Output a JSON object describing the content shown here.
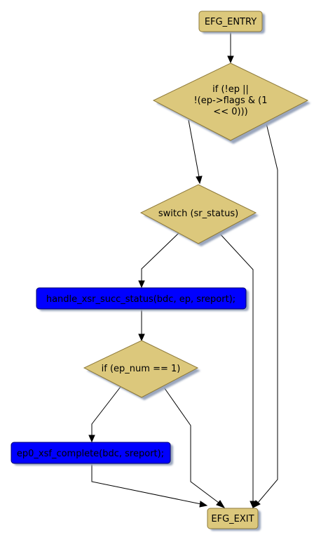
{
  "colors": {
    "decision_fill": "#dcc87c",
    "process_fill": "#0000ff",
    "terminal_fill": "#dcc87c",
    "shadow": "#9aa6bd",
    "edge": "#000000"
  },
  "nodes": {
    "entry": {
      "label": "EFG_ENTRY"
    },
    "cond_ep": {
      "lines": [
        "if (!ep ||",
        "!(ep->flags & (1",
        "<< 0)))"
      ]
    },
    "switch_status": {
      "label": "switch (sr_status)"
    },
    "handle_succ": {
      "label": "handle_xsr_succ_status(bdc, ep, sreport);"
    },
    "cond_epnum": {
      "label": "if (ep_num == 1)"
    },
    "ep0_complete": {
      "label": "ep0_xsf_complete(bdc, sreport);"
    },
    "exit": {
      "label": "EFG_EXIT"
    }
  }
}
